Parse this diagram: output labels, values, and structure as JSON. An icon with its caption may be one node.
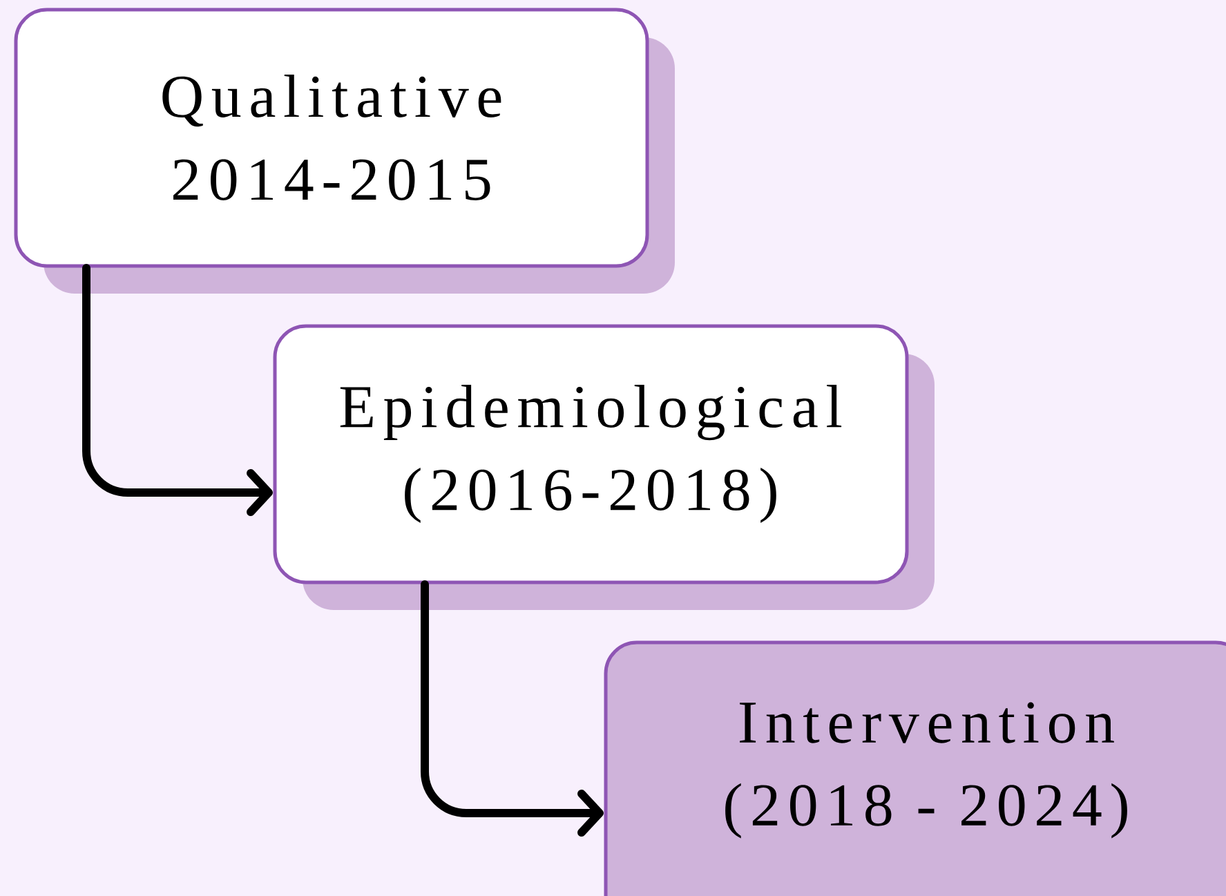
{
  "diagram": {
    "nodes": [
      {
        "text": [
          "Qualitative",
          "2014-2015"
        ]
      },
      {
        "text": [
          "Epidemiological",
          "(2016-2018)"
        ]
      },
      {
        "text": [
          "Intervention",
          "(2018 - 2024)"
        ]
      }
    ],
    "edges": [
      {
        "from": 0,
        "to": 1,
        "arrow": "to"
      },
      {
        "from": 1,
        "to": 2,
        "arrow": "to"
      }
    ]
  }
}
